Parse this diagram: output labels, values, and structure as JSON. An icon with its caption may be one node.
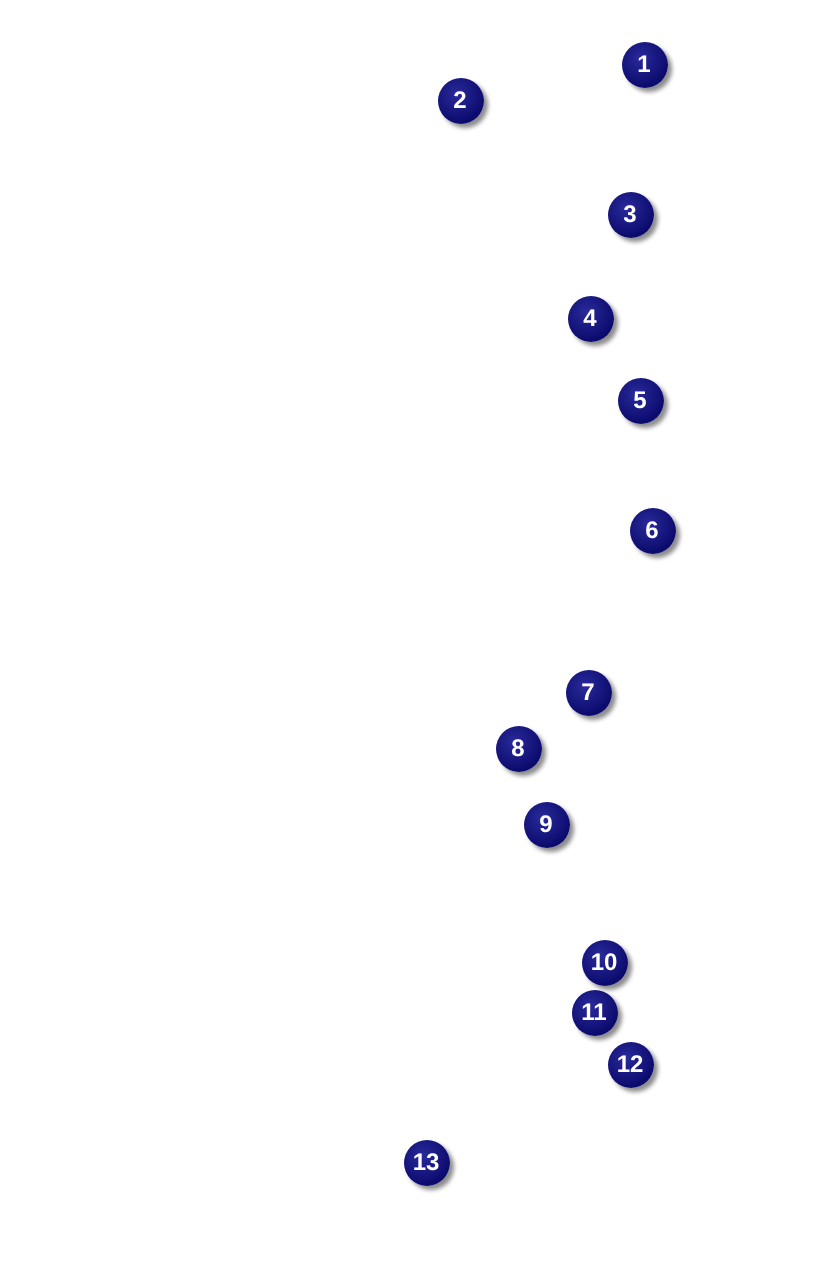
{
  "diagram": {
    "labels": [
      "1",
      "2",
      "3",
      "4",
      "5",
      "6",
      "7",
      "8",
      "9",
      "10",
      "11",
      "12",
      "13"
    ]
  }
}
